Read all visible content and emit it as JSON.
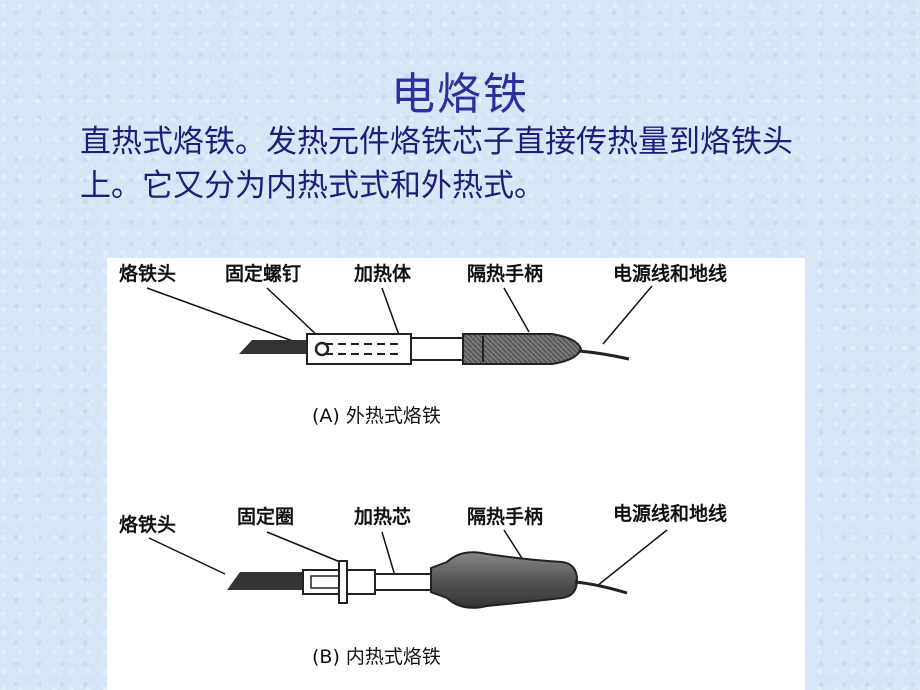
{
  "slide": {
    "title": "电烙铁",
    "body": "直热式烙铁。发热元件烙铁芯子直接传热量到烙铁头上。它又分为内热式式和外热式。"
  },
  "figure": {
    "diagram_a": {
      "labels": [
        "烙铁头",
        "固定螺钉",
        "加热体",
        "隔热手柄",
        "电源线和地线"
      ],
      "caption": "(A) 外热式烙铁"
    },
    "diagram_b": {
      "labels": [
        "烙铁头",
        "固定圈",
        "加热芯",
        "隔热手柄",
        "电源线和地线"
      ],
      "caption": "(B) 内热式烙铁"
    }
  }
}
